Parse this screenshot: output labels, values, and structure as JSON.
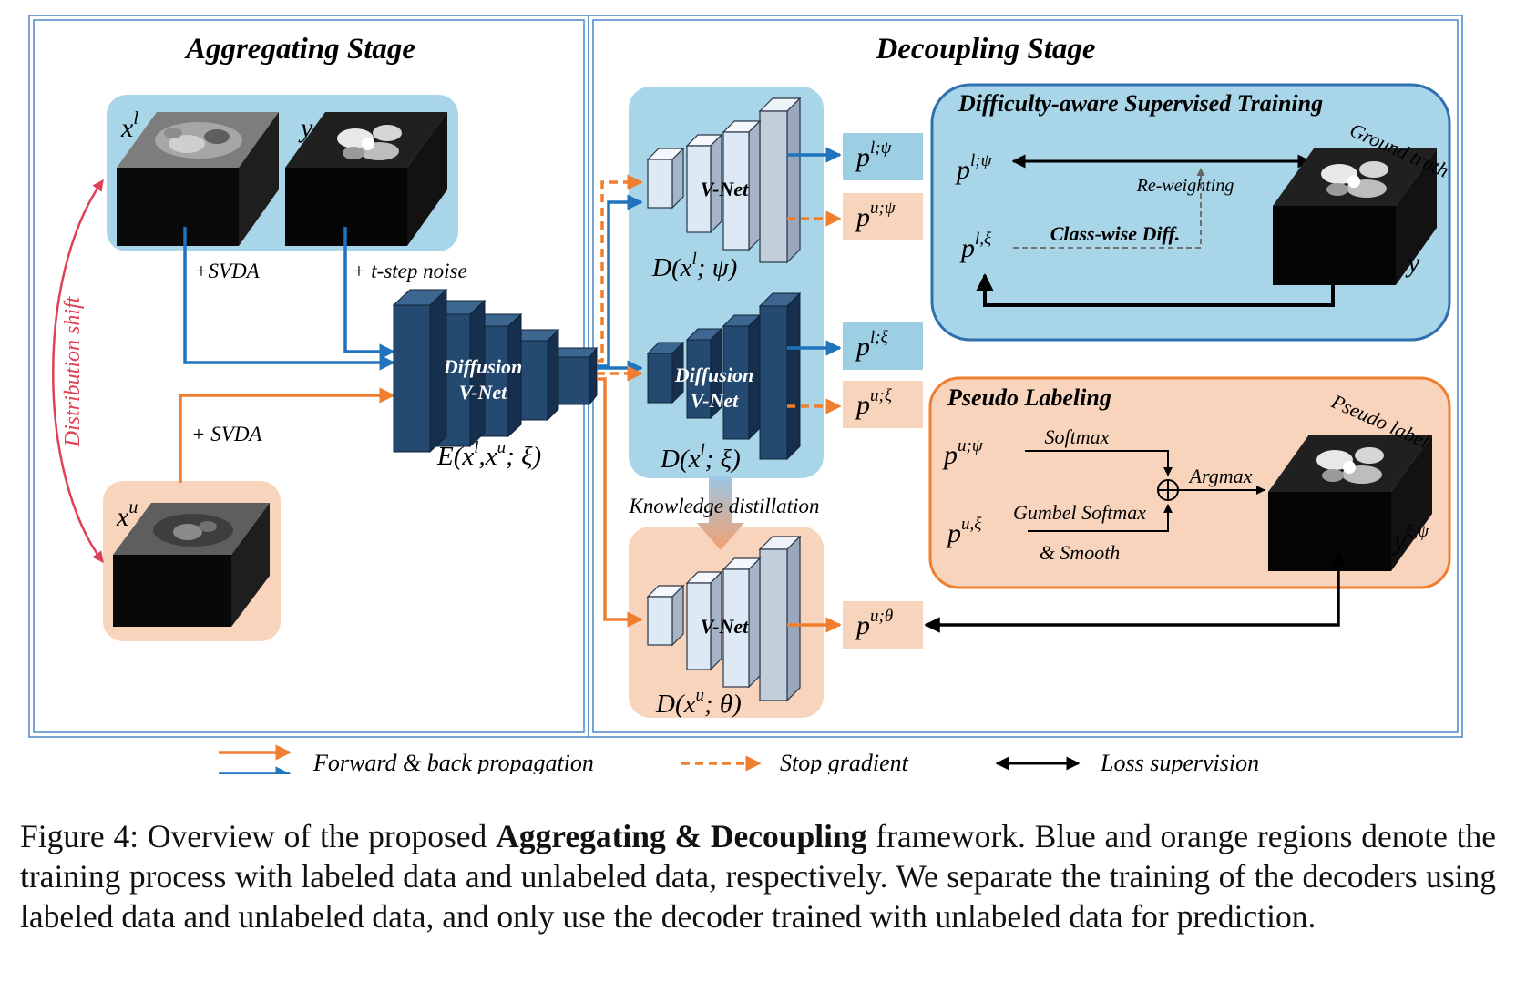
{
  "stages": {
    "aggregating": "Aggregating Stage",
    "decoupling": "Decoupling Stage"
  },
  "inputs": {
    "labeled_image": "x",
    "labeled_image_sup": "l",
    "label_map": "y",
    "unlabeled_image": "x",
    "unlabeled_image_sup": "u"
  },
  "edges": {
    "svda_labeled": "+SVDA",
    "noise": "+ t-step noise",
    "svda_unlabeled": "+ SVDA",
    "distribution_shift": "Distribution shift",
    "knowledge_distillation": "Knowledge distillation"
  },
  "encoder": {
    "label_line1": "Diffusion",
    "label_line2": "V-Net",
    "caption": "E(x",
    "caption_sup1": "l",
    "caption_mid": ",x",
    "caption_sup2": "u",
    "caption_end": "; ξ)"
  },
  "decoders": {
    "psi": {
      "label": "V-Net",
      "caption": "D(x",
      "sup": "l",
      "end": "; ψ)"
    },
    "xi": {
      "label_line1": "Diffusion",
      "label_line2": "V-Net",
      "caption": "D(x",
      "sup": "l",
      "end": "; ξ)"
    },
    "theta": {
      "label": "V-Net",
      "caption": "D(x",
      "sup": "u",
      "end": "; θ)"
    }
  },
  "outputs": {
    "p_l_psi": {
      "base": "p",
      "sup": "l;ψ"
    },
    "p_u_psi": {
      "base": "p",
      "sup": "u;ψ"
    },
    "p_l_xi": {
      "base": "p",
      "sup": "l;ξ"
    },
    "p_u_xi": {
      "base": "p",
      "sup": "u;ξ"
    },
    "p_u_theta": {
      "base": "p",
      "sup": "u;θ"
    }
  },
  "supervised_panel": {
    "title": "Difficulty-aware Supervised Training",
    "p_top": {
      "base": "p",
      "sup": "l;ψ"
    },
    "p_bottom": {
      "base": "p",
      "sup": "l,ξ"
    },
    "reweighting": "Re-weighting",
    "classwise": "Class-wise Diff.",
    "ground_truth": "Ground truth",
    "y": "y"
  },
  "pseudo_panel": {
    "title": "Pseudo Labeling",
    "p_top": {
      "base": "p",
      "sup": "u;ψ"
    },
    "p_bottom": {
      "base": "p",
      "sup": "u,ξ"
    },
    "softmax": "Softmax",
    "gumbel": "Gumbel Softmax",
    "smooth": "& Smooth",
    "argmax": "Argmax",
    "pseudo_label": "Pseudo label",
    "y": "y",
    "y_sup": "ξ,ψ"
  },
  "legend": {
    "forward": "Forward & back propagation",
    "stop": "Stop gradient",
    "loss": "Loss supervision"
  },
  "caption": {
    "prefix": "Figure 4: Overview of the proposed ",
    "bold": "Aggregating & Decoupling",
    "rest": " framework. Blue and orange regions denote the training process with labeled data and unlabeled data, respectively. We separate the training of the decoders using labeled data and unlabeled data, and only use the decoder trained with unlabeled data for prediction."
  },
  "colors": {
    "blue_arrow": "#1f74bd",
    "orange_arrow": "#ef7f2e",
    "blue_region": "#a9d5e8",
    "orange_region": "#f8d4bd",
    "dark_block": "#244a72",
    "light_block": "#dde9f5",
    "red_shift": "#e04055"
  }
}
